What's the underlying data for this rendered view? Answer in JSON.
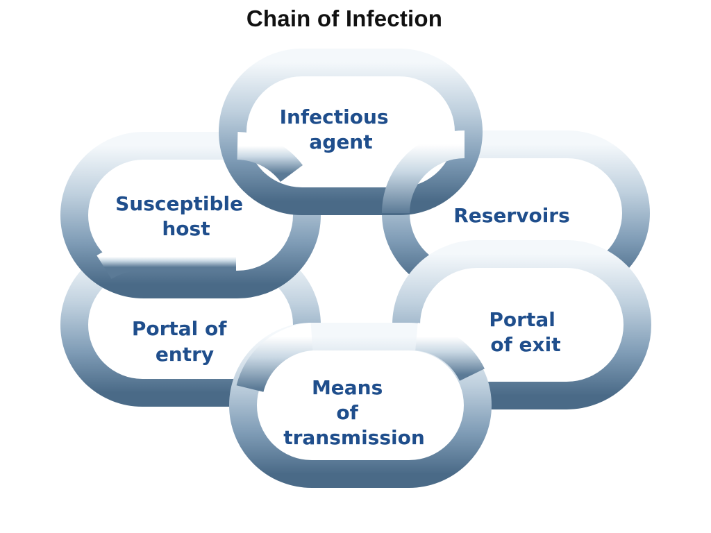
{
  "title": "Chain of Infection",
  "colors": {
    "text": "#1f4e8c",
    "chain_dark": "#4f6f8c",
    "chain_mid": "#8aa6bf",
    "chain_light": "#eef4f9"
  },
  "links": [
    {
      "id": "infectious-agent",
      "lines": [
        "Infectious",
        "agent"
      ]
    },
    {
      "id": "reservoirs",
      "lines": [
        "Reservoirs"
      ]
    },
    {
      "id": "portal-of-exit",
      "lines": [
        "Portal",
        "of exit"
      ]
    },
    {
      "id": "means-of-transmission",
      "lines": [
        "Means",
        "of",
        "transmission"
      ]
    },
    {
      "id": "portal-of-entry",
      "lines": [
        "Portal of",
        "entry"
      ]
    },
    {
      "id": "susceptible-host",
      "lines": [
        "Susceptible",
        "host"
      ]
    }
  ]
}
